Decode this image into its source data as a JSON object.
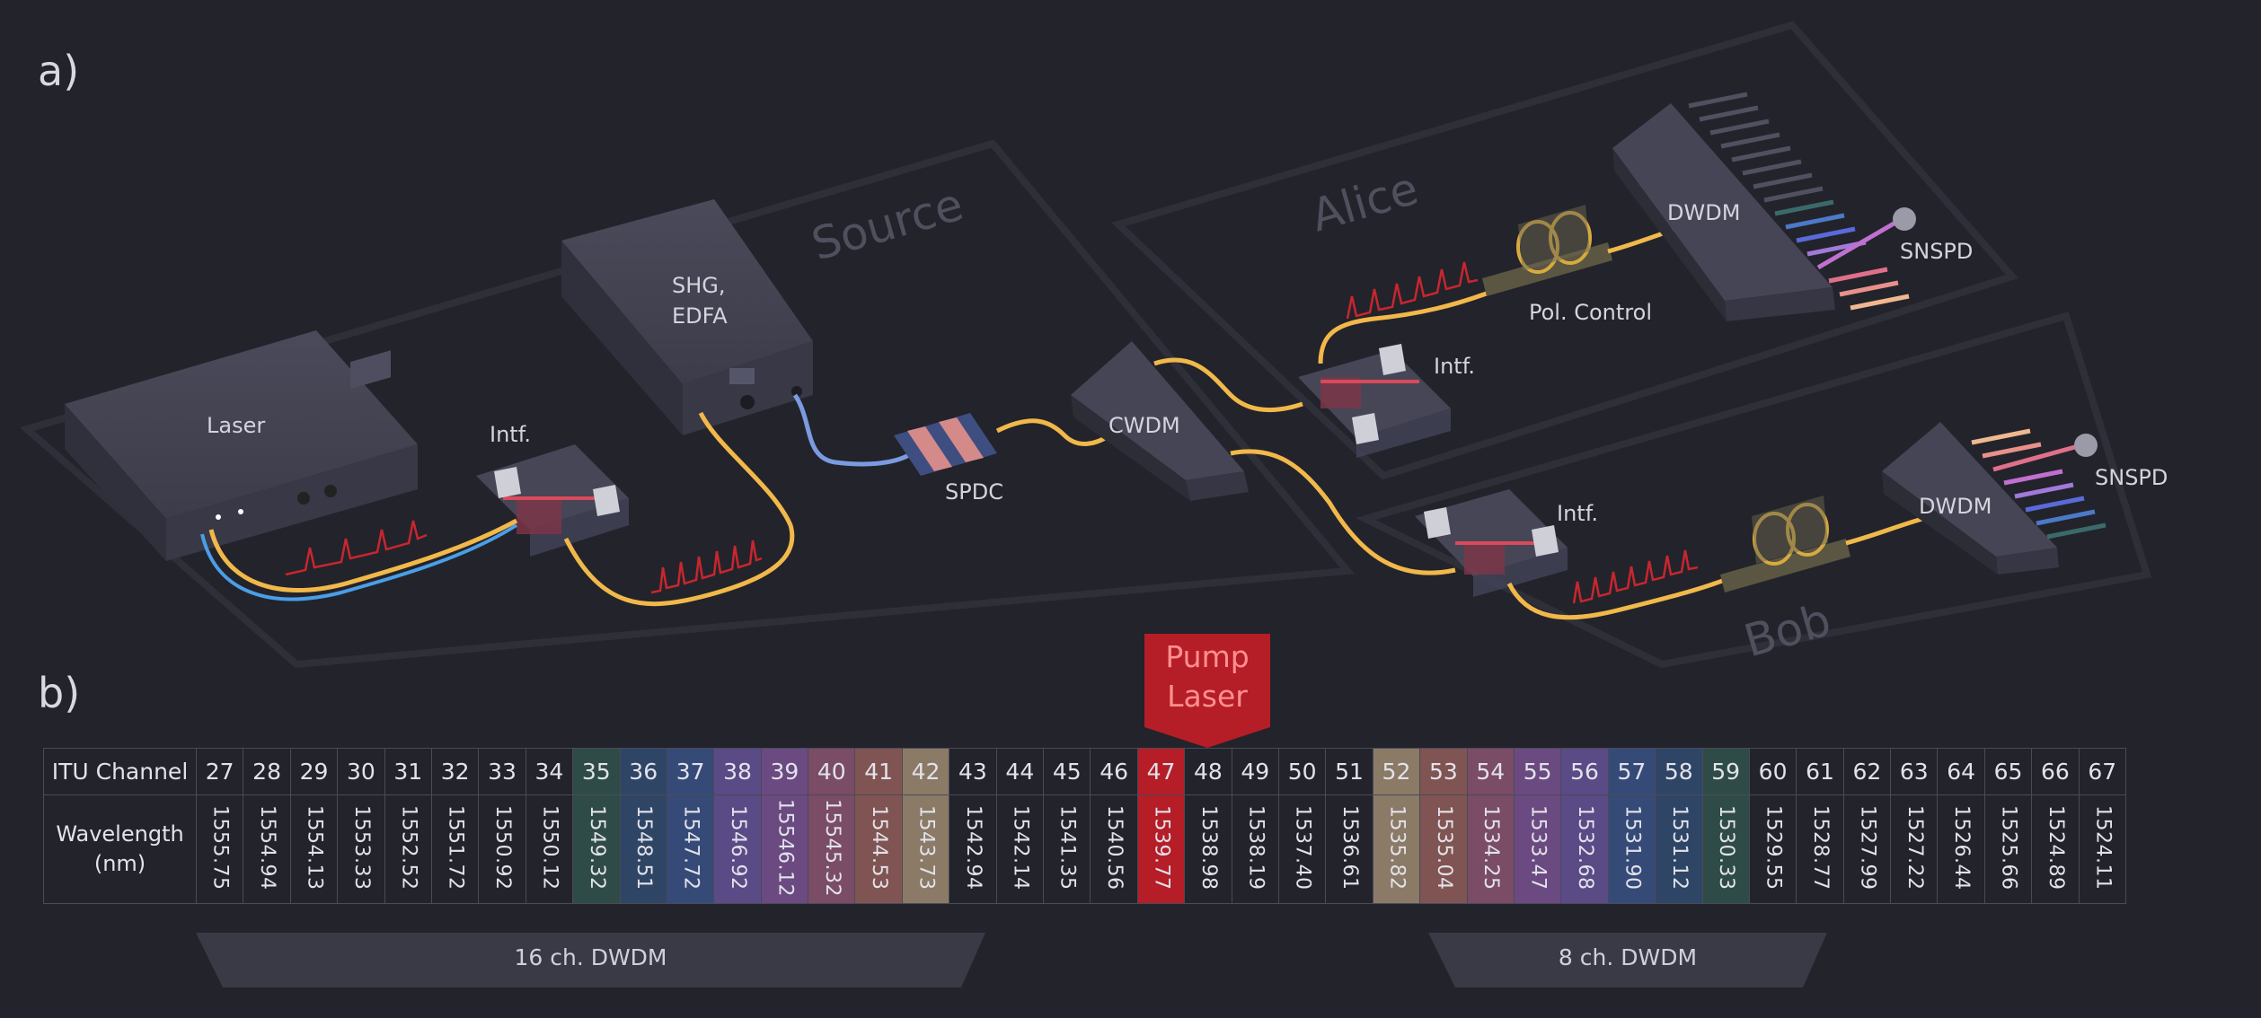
{
  "panels": {
    "a": "a)",
    "b": "b)"
  },
  "regions": {
    "source": "Source",
    "alice": "Alice",
    "bob": "Bob"
  },
  "components": {
    "laser": "Laser",
    "intf_source": "Intf.",
    "shg_line1": "SHG,",
    "shg_line2": "EDFA",
    "spdc": "SPDC",
    "cwdm": "CWDM",
    "intf_alice": "Intf.",
    "pol_control": "Pol. Control",
    "dwdm_alice": "DWDM",
    "snspd_alice": "SNSPD",
    "intf_bob": "Intf.",
    "dwdm_bob": "DWDM",
    "snspd_bob": "SNSPD"
  },
  "pump": {
    "line1": "Pump",
    "line2": "Laser"
  },
  "table": {
    "channel_header": "ITU Channel",
    "wavelength_header_line1": "Wavelength",
    "wavelength_header_line2": "(nm)",
    "channels": [
      {
        "ch": "27",
        "wl": "1555.75",
        "color": ""
      },
      {
        "ch": "28",
        "wl": "1554.94",
        "color": ""
      },
      {
        "ch": "29",
        "wl": "1554.13",
        "color": ""
      },
      {
        "ch": "30",
        "wl": "1553.33",
        "color": ""
      },
      {
        "ch": "31",
        "wl": "1552.52",
        "color": ""
      },
      {
        "ch": "32",
        "wl": "1551.72",
        "color": ""
      },
      {
        "ch": "33",
        "wl": "1550.92",
        "color": ""
      },
      {
        "ch": "34",
        "wl": "1550.12",
        "color": ""
      },
      {
        "ch": "35",
        "wl": "1549.32",
        "color": "#2e4b48"
      },
      {
        "ch": "36",
        "wl": "1548.51",
        "color": "#2f4566"
      },
      {
        "ch": "37",
        "wl": "1547.72",
        "color": "#364a78"
      },
      {
        "ch": "38",
        "wl": "1546.92",
        "color": "#5a4a86"
      },
      {
        "ch": "39",
        "wl": "15546.12",
        "color": "#6a4a80"
      },
      {
        "ch": "40",
        "wl": "15545.32",
        "color": "#7a4c66"
      },
      {
        "ch": "41",
        "wl": "1544.53",
        "color": "#805452"
      },
      {
        "ch": "42",
        "wl": "1543.73",
        "color": "#8a7a66"
      },
      {
        "ch": "43",
        "wl": "1542.94",
        "color": ""
      },
      {
        "ch": "44",
        "wl": "1542.14",
        "color": ""
      },
      {
        "ch": "45",
        "wl": "1541.35",
        "color": ""
      },
      {
        "ch": "46",
        "wl": "1540.56",
        "color": ""
      },
      {
        "ch": "47",
        "wl": "1539.77",
        "color": "#b51d27"
      },
      {
        "ch": "48",
        "wl": "1538.98",
        "color": ""
      },
      {
        "ch": "49",
        "wl": "1538.19",
        "color": ""
      },
      {
        "ch": "50",
        "wl": "1537.40",
        "color": ""
      },
      {
        "ch": "51",
        "wl": "1536.61",
        "color": ""
      },
      {
        "ch": "52",
        "wl": "1535.82",
        "color": "#8a7a66"
      },
      {
        "ch": "53",
        "wl": "1535.04",
        "color": "#805452"
      },
      {
        "ch": "54",
        "wl": "1534.25",
        "color": "#7a4c66"
      },
      {
        "ch": "55",
        "wl": "1533.47",
        "color": "#6a4a80"
      },
      {
        "ch": "56",
        "wl": "1532.68",
        "color": "#5a4a86"
      },
      {
        "ch": "57",
        "wl": "1531.90",
        "color": "#364a78"
      },
      {
        "ch": "58",
        "wl": "1531.12",
        "color": "#2f4566"
      },
      {
        "ch": "59",
        "wl": "1530.33",
        "color": "#2e4b48"
      },
      {
        "ch": "60",
        "wl": "1529.55",
        "color": ""
      },
      {
        "ch": "61",
        "wl": "1528.77",
        "color": ""
      },
      {
        "ch": "62",
        "wl": "1527.99",
        "color": ""
      },
      {
        "ch": "63",
        "wl": "1527.22",
        "color": ""
      },
      {
        "ch": "64",
        "wl": "1526.44",
        "color": ""
      },
      {
        "ch": "65",
        "wl": "1525.66",
        "color": ""
      },
      {
        "ch": "66",
        "wl": "1524.89",
        "color": ""
      },
      {
        "ch": "67",
        "wl": "1524.11",
        "color": ""
      }
    ]
  },
  "groups": {
    "dwdm16": "16 ch. DWDM",
    "dwdm8": "8 ch. DWDM"
  },
  "colors": {
    "background": "#23232b",
    "fiber_yellow": "#f1b84a",
    "fiber_blue": "#7b9be0",
    "pump_red": "#b51d27",
    "pulse_red": "#c8262e"
  }
}
